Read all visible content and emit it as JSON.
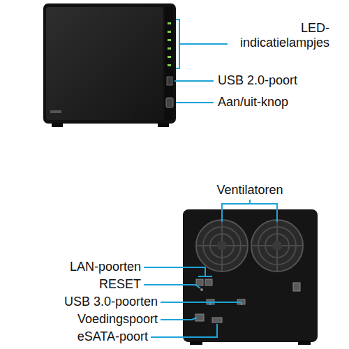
{
  "diagram": {
    "labels": [
      "LED- indicatielampjes",
      "USB 2.0-poort",
      "Aan/uit-knop",
      "Ventilatoren",
      "LAN-poorten",
      "RESET",
      "USB 3.0-poorten",
      "Voedingspoort",
      "eSATA-poort"
    ]
  }
}
